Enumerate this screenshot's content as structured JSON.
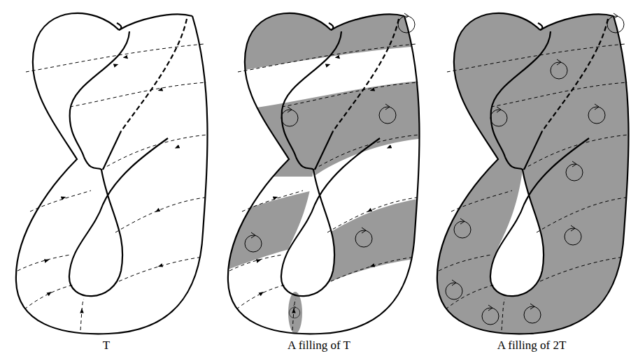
{
  "diagram": {
    "labels": [
      "T",
      "A filling of T",
      "A filling of 2T"
    ]
  }
}
